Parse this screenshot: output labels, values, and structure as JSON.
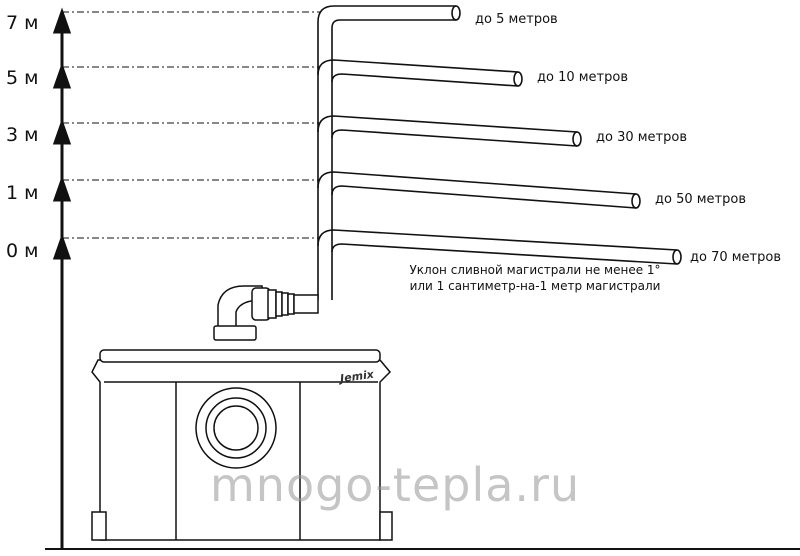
{
  "levels": [
    {
      "label": "7 м"
    },
    {
      "label": "5 м"
    },
    {
      "label": "3 м"
    },
    {
      "label": "1 м"
    },
    {
      "label": "0 м"
    }
  ],
  "pipe_lengths": [
    {
      "label": "до 5 метров"
    },
    {
      "label": "до 10 метров"
    },
    {
      "label": "до 30 метров"
    },
    {
      "label": "до 50 метров"
    },
    {
      "label": "до 70 метров"
    }
  ],
  "note": {
    "line1": "Уклон сливной магистрали не менее 1°",
    "line2": "или 1 сантиметр-на-1 метр магистрали"
  },
  "pump": {
    "brand": "Jemix"
  },
  "watermark": "mnogo-tepla.ru"
}
